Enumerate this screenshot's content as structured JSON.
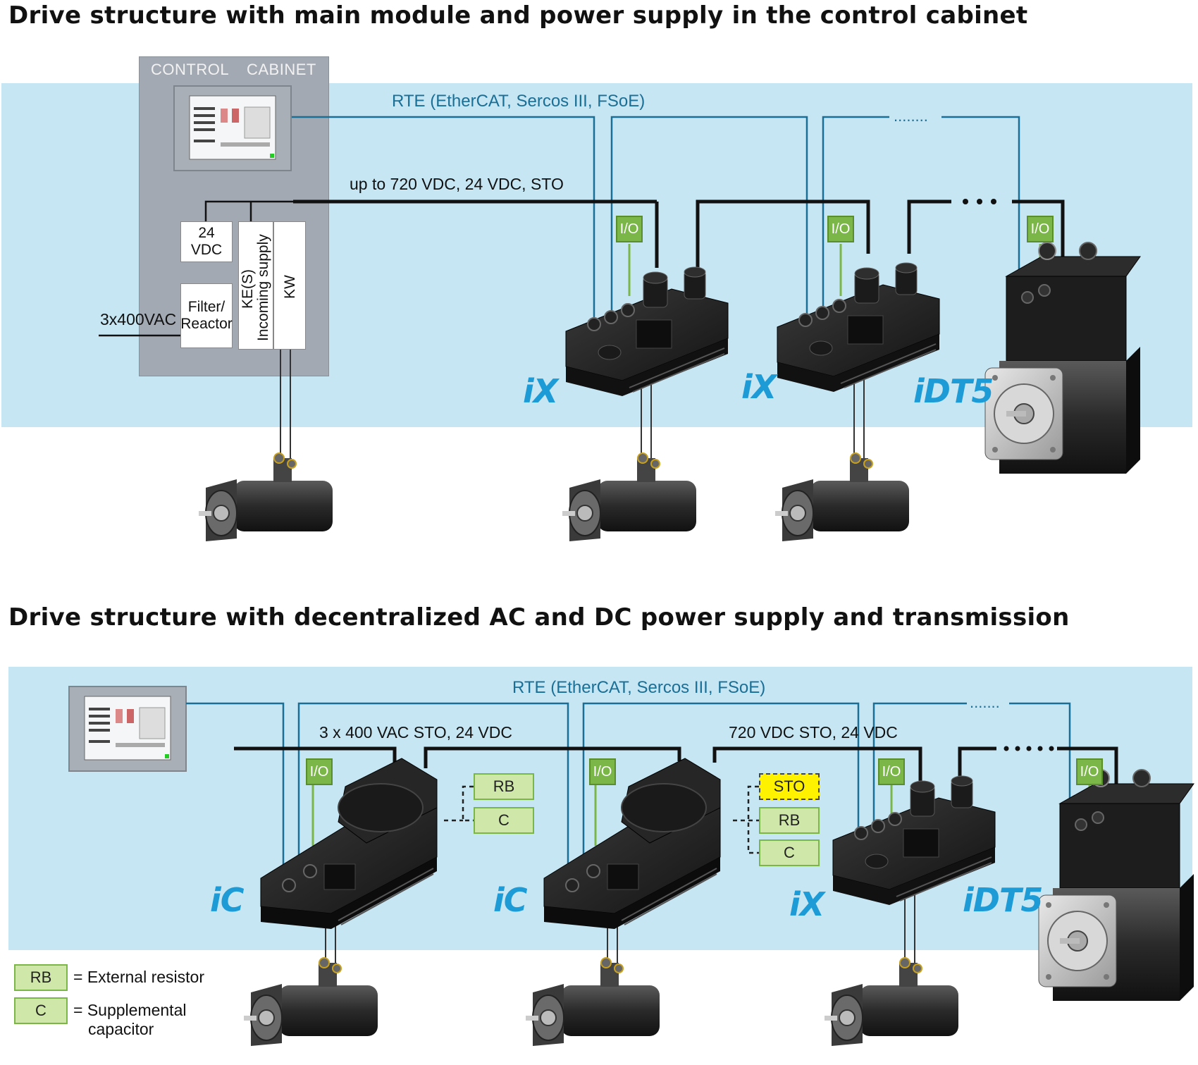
{
  "titles": {
    "top": "Drive structure with main module and power supply in the control cabinet",
    "bottom": "Drive structure with decentralized AC and DC power supply and transmission"
  },
  "top": {
    "cabinet_label_left": "CONTROL",
    "cabinet_label_right": "CABINET",
    "rte_label": "RTE (EtherCAT, Sercos III, FSoE)",
    "dc_bus_label": "up to 720 VDC, 24 VDC, STO",
    "box_24vdc": "24 VDC",
    "box_filter_line1": "Filter/",
    "box_filter_line2": "Reactor",
    "box_kes": "KE(S)",
    "box_incoming": "Incoming supply",
    "box_kw": "KW",
    "ac_input": "3x400VAC",
    "io_label": "I/O",
    "drives": [
      "iX",
      "iX",
      "iDT5"
    ],
    "dots": "........"
  },
  "bottom": {
    "rte_label": "RTE (EtherCAT, Sercos III, FSoE)",
    "ac_bus_label": "3 x 400 VAC STO, 24 VDC",
    "dc_bus_label": "720 VDC STO, 24 VDC",
    "io_label": "I/O",
    "opt_rb": "RB",
    "opt_c": "C",
    "opt_sto": "STO",
    "drives": [
      "iC",
      "iC",
      "iX",
      "iDT5"
    ],
    "dots": "......."
  },
  "legend": {
    "rb_key": "RB",
    "rb_text": "= External resistor",
    "c_key": "C",
    "c_text_line1": "= Supplemental",
    "c_text_line2": "capacitor"
  },
  "colors": {
    "band": "#c6e6f3",
    "rte_line": "#1a6f96",
    "io_green": "#7ab648",
    "drive_label": "#1d9bd7",
    "sto_yellow": "#fff200"
  }
}
